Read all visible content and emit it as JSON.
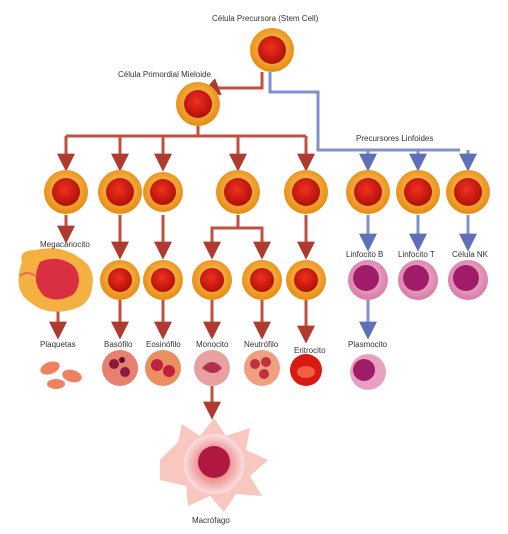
{
  "labels": {
    "stem_cell": "Célula Precursora (Stem Cell)",
    "myeloid_progenitor": "Célula Primordial Mieloide",
    "lymphoid_precursors": "Precursores Linfoides",
    "megakaryocyte": "Megacariocito",
    "platelets": "Plaquetas",
    "basophil": "Basófilo",
    "eosinophil": "Eosinófilo",
    "monocyte": "Monocito",
    "neutrophil": "Neutrófilo",
    "erythrocyte": "Eritrocito",
    "lymphocyte_b": "Linfocito B",
    "lymphocyte_t": "Linfocito T",
    "nk_cell": "Célula NK",
    "plasmocyte": "Plasmocito",
    "macrophage": "Macrófago"
  },
  "colors": {
    "cell_outer": "#f0a020",
    "cell_inner": "#d81a10",
    "myeloid_arrow": "#c0504d",
    "lymphoid_arrow": "#7a8ac8",
    "lymphocyte_nucleus": "#a0206a",
    "lymphocyte_body": "#e8a0c0"
  }
}
